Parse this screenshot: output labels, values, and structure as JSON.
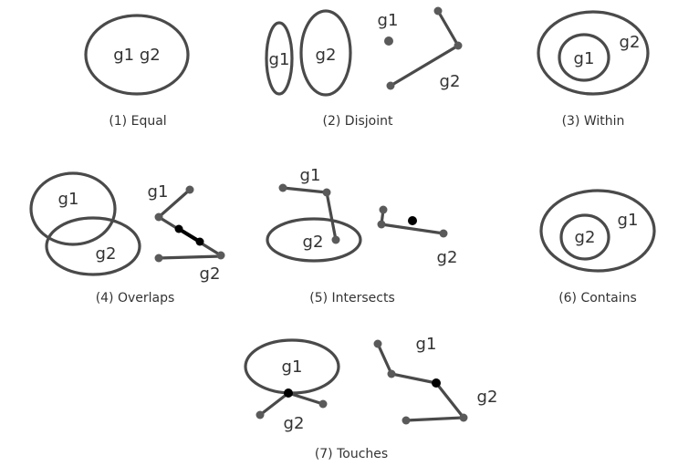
{
  "colors": {
    "stroke": "#4a4a4a",
    "point": "#5a5a5a",
    "intersection": "#000000",
    "text": "#333333"
  },
  "geometry_labels": {
    "g1": "g1",
    "g2": "g2"
  },
  "panels": [
    {
      "id": "equal",
      "caption": "(1) Equal",
      "labels": [
        "g1 g2"
      ]
    },
    {
      "id": "disjoint",
      "caption": "(2) Disjoint",
      "labels": [
        "g1",
        "g2",
        "g1",
        "g2"
      ]
    },
    {
      "id": "within",
      "caption": "(3) Within",
      "labels": [
        "g1",
        "g2"
      ]
    },
    {
      "id": "overlaps",
      "caption": "(4) Overlaps",
      "labels": [
        "g1",
        "g2",
        "g1",
        "g2"
      ]
    },
    {
      "id": "intersects",
      "caption": "(5) Intersects",
      "labels": [
        "g1",
        "g2",
        "g2"
      ]
    },
    {
      "id": "contains",
      "caption": "(6) Contains",
      "labels": [
        "g2",
        "g1"
      ]
    },
    {
      "id": "touches",
      "caption": "(7) Touches",
      "labels": [
        "g1",
        "g2",
        "g1",
        "g2"
      ]
    }
  ]
}
